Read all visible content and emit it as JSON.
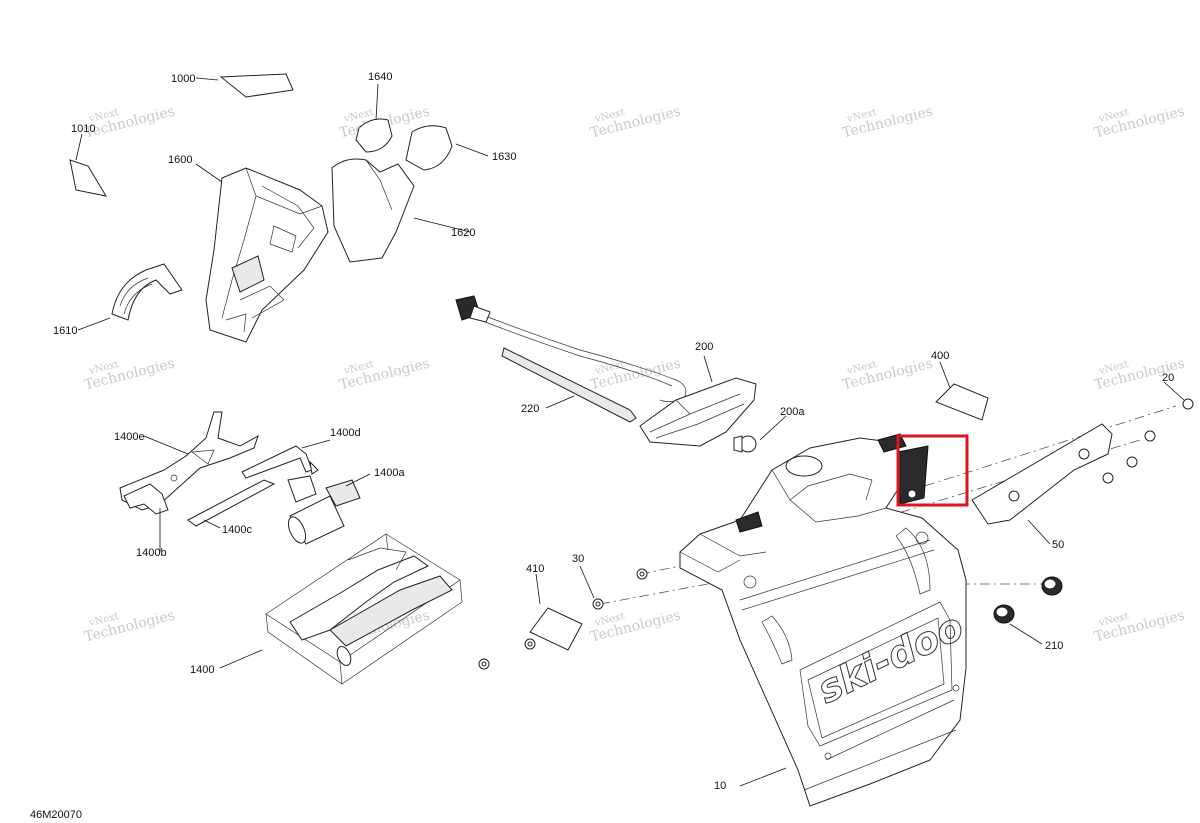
{
  "document_code": "46M20070",
  "watermark": {
    "line1": "vNext",
    "line2": "Technologies"
  },
  "callouts": [
    {
      "label": "1000",
      "name": "callout-1000"
    },
    {
      "label": "1010",
      "name": "callout-1010"
    },
    {
      "label": "1600",
      "name": "callout-1600"
    },
    {
      "label": "1610",
      "name": "callout-1610"
    },
    {
      "label": "1620",
      "name": "callout-1620"
    },
    {
      "label": "1630",
      "name": "callout-1630"
    },
    {
      "label": "1640",
      "name": "callout-1640"
    },
    {
      "label": "200",
      "name": "callout-200"
    },
    {
      "label": "200a",
      "name": "callout-200a"
    },
    {
      "label": "220",
      "name": "callout-220"
    },
    {
      "label": "400",
      "name": "callout-400"
    },
    {
      "label": "20",
      "name": "callout-20"
    },
    {
      "label": "50",
      "name": "callout-50"
    },
    {
      "label": "210",
      "name": "callout-210"
    },
    {
      "label": "10",
      "name": "callout-10"
    },
    {
      "label": "30",
      "name": "callout-30"
    },
    {
      "label": "410",
      "name": "callout-410"
    },
    {
      "label": "1400e",
      "name": "callout-1400e"
    },
    {
      "label": "1400d",
      "name": "callout-1400d"
    },
    {
      "label": "1400a",
      "name": "callout-1400a"
    },
    {
      "label": "1400c",
      "name": "callout-1400c"
    },
    {
      "label": "1400b",
      "name": "callout-1400b"
    },
    {
      "label": "1400",
      "name": "callout-1400"
    }
  ],
  "colors": {
    "highlight": "#e0141e",
    "line": "#222222",
    "watermark": "#c9c9c9"
  },
  "logo_text": "ski-doo"
}
